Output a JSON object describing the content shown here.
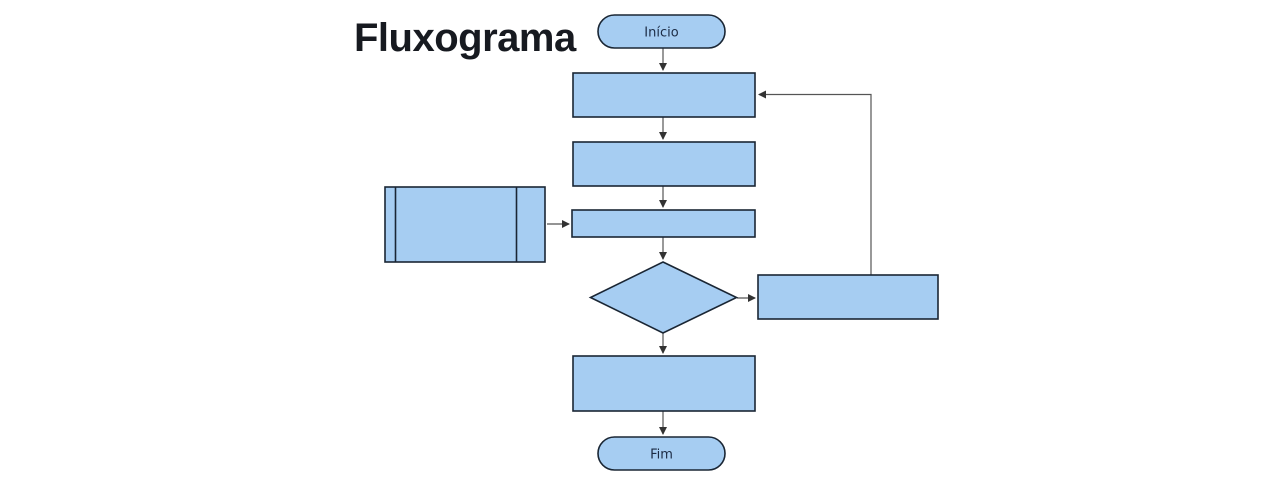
{
  "title": "Fluxograma",
  "colors": {
    "background": "#ffffff",
    "shape_fill": "#a6cdf2",
    "shape_stroke": "#1a2634",
    "connector": "#555555",
    "arrowhead": "#333333",
    "label_text": "#1c2b44",
    "title_text": "#171a20"
  },
  "nodes": {
    "start": {
      "label": "Início",
      "type": "terminator"
    },
    "process_1": {
      "label": "",
      "type": "process"
    },
    "process_2": {
      "label": "",
      "type": "process"
    },
    "process_3": {
      "label": "",
      "type": "process"
    },
    "predefined": {
      "label": "",
      "type": "predefined-process"
    },
    "decision": {
      "label": "",
      "type": "decision"
    },
    "loop_process": {
      "label": "",
      "type": "process"
    },
    "process_4": {
      "label": "",
      "type": "process"
    },
    "end": {
      "label": "Fim",
      "type": "terminator"
    }
  }
}
